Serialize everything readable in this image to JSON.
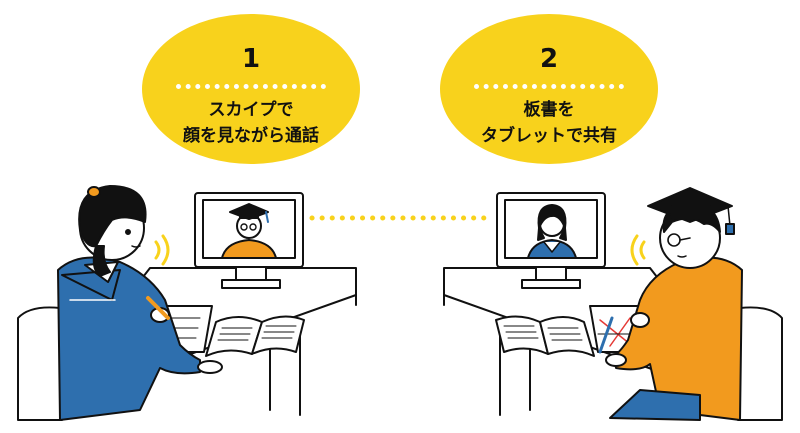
{
  "step1": {
    "number": "1",
    "line1": "スカイプで",
    "line2": "顔を見ながら通話"
  },
  "step2": {
    "number": "2",
    "line1": "板書を",
    "line2": "タブレットで共有"
  },
  "colors": {
    "yellow": "#f8d21c",
    "blue": "#2e6fae",
    "orange": "#f29a1e",
    "line": "#111111"
  }
}
